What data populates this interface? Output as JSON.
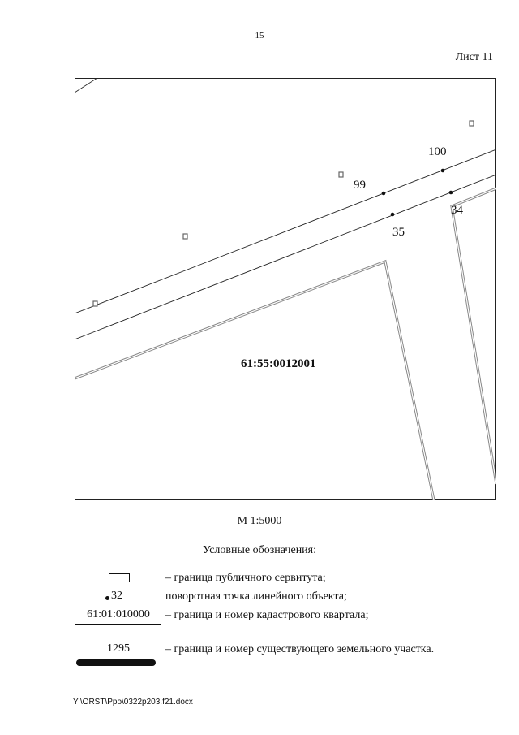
{
  "page_number": "15",
  "sheet_label": "Лист 11",
  "map": {
    "quarter_number": "61:55:0012001",
    "turning_points": [
      {
        "label": "99"
      },
      {
        "label": "100"
      },
      {
        "label": "34"
      },
      {
        "label": "35"
      }
    ]
  },
  "scale_label": "М 1:5000",
  "legend": {
    "title": "Условные обозначения:",
    "items": [
      {
        "symbol": "easement-rect",
        "sample_text": "",
        "description": "– граница публичного сервитута;"
      },
      {
        "symbol": "turning-point",
        "sample_text": "32",
        "description": "поворотная точка линейного объекта;"
      },
      {
        "symbol": "quarter-boundary",
        "sample_text": "61:01:010000",
        "description": "– граница и номер кадастрового квартала;"
      },
      {
        "symbol": "parcel-boundary",
        "sample_text": "1295",
        "description": "– граница и номер существующего земельного участка."
      }
    ]
  },
  "footer": {
    "file_path": "Y:\\ORST\\Ppo\\0322p203.f21.docx"
  }
}
